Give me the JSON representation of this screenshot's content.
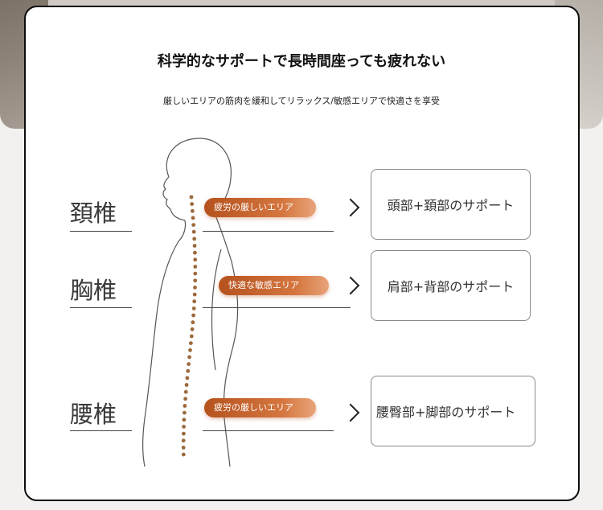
{
  "headline": "科学的なサポートで長時間座っても疲れない",
  "subline": "厳しいエリアの筋肉を緩和してリラックス/敏感エリアで快適さを享受",
  "regions": [
    {
      "label": "頚椎",
      "pill": "疲労の厳しいエリア",
      "support": "頭部+頚部のサポート"
    },
    {
      "label": "胸椎",
      "pill": "快適な敏感エリア",
      "support": "肩部+背部のサポート"
    },
    {
      "label": "腰椎",
      "pill": "疲労の厳しいエリア",
      "support": "腰臀部+脚部のサポート"
    }
  ],
  "colors": {
    "accent": "#c8642c",
    "spine_dots": "#9c6a3c",
    "outline": "#555555"
  }
}
